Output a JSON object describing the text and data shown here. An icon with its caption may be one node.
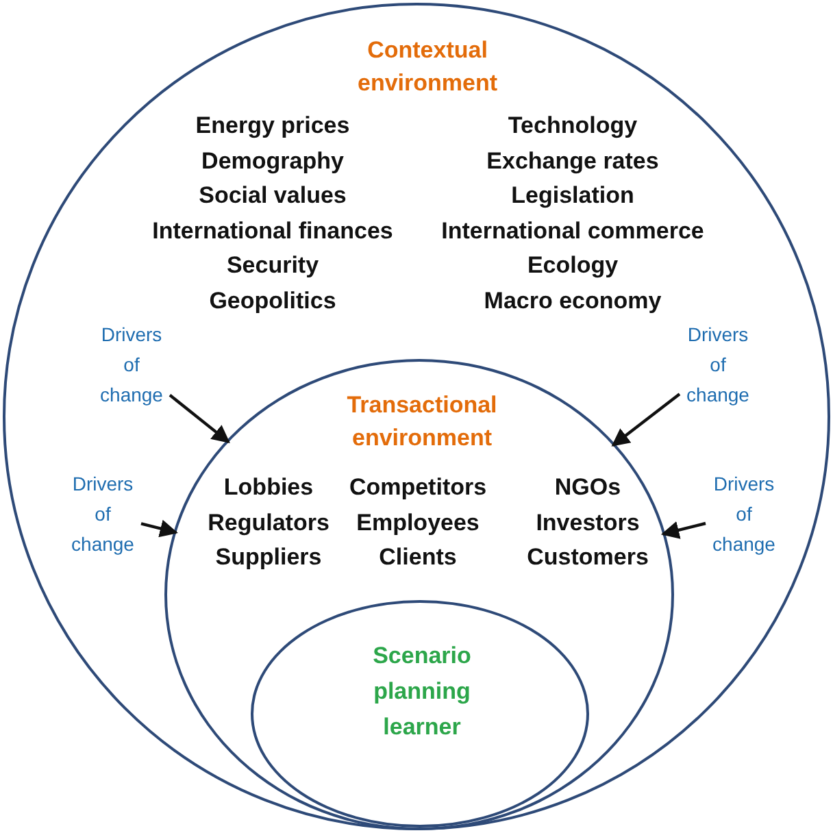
{
  "diagram": {
    "nodes": [
      {
        "text": [
          "Contextual environment",
          "Energy prices",
          "Demography",
          "Social values",
          "International finances",
          "Security",
          "Geopolitics",
          "Technology",
          "Exchange rates",
          "Legislation",
          "International commerce",
          "Ecology",
          "Macro economy"
        ]
      },
      {
        "text": [
          "Transactional environment",
          "Lobbies",
          "Regulators",
          "Suppliers",
          "Competitors",
          "Employees",
          "Clients",
          "NGOs",
          "Investors",
          "Customers"
        ],
        "in": 0
      },
      {
        "text": [
          "Scenario planning learner"
        ],
        "in": 1
      },
      {
        "text": [
          "Drivers of change"
        ],
        "in": 0
      },
      {
        "text": [
          "Drivers of change"
        ],
        "in": 0
      },
      {
        "text": [
          "Drivers of change"
        ],
        "in": 0
      },
      {
        "text": [
          "Drivers of change"
        ],
        "in": 0
      }
    ],
    "edges": [
      {
        "from": 3,
        "to": 1,
        "arrow": "to"
      },
      {
        "from": 4,
        "to": 1,
        "arrow": "to"
      },
      {
        "from": 5,
        "to": 1,
        "arrow": "to"
      },
      {
        "from": 6,
        "to": 1,
        "arrow": "to"
      }
    ]
  }
}
